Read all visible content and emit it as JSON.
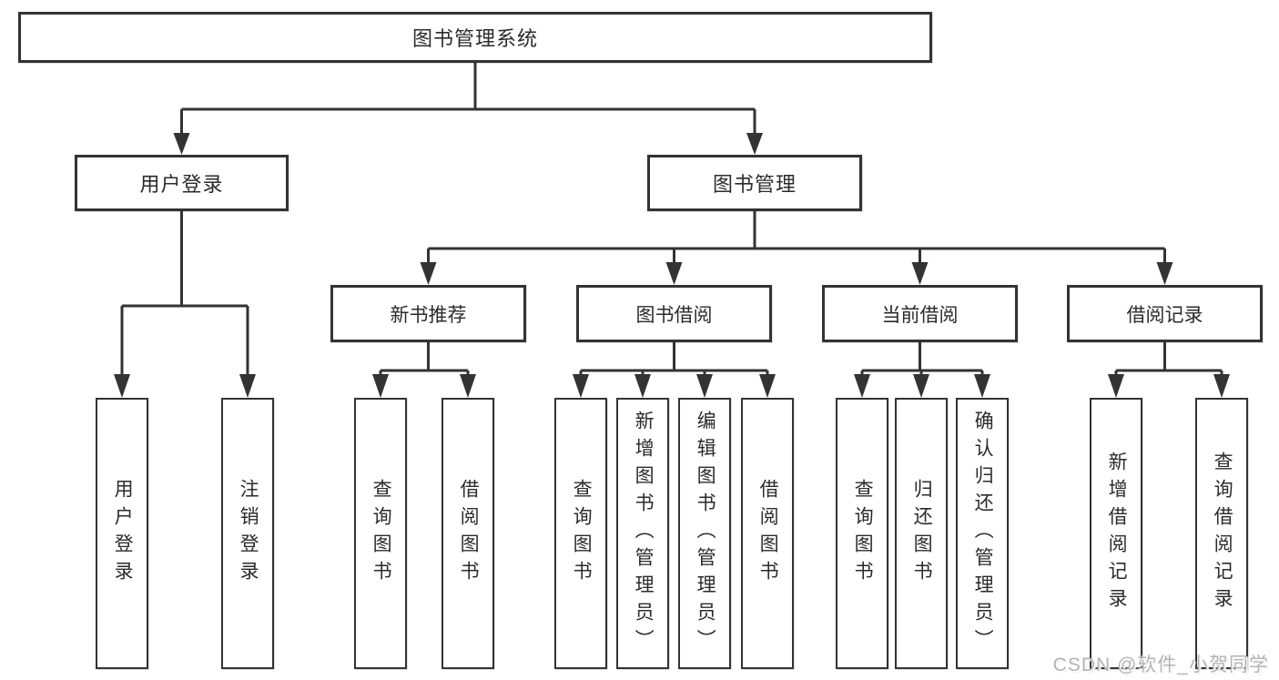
{
  "colors": {
    "line": "#333333",
    "box_border": "#333333",
    "text": "#2b2b2b",
    "background": "#ffffff",
    "watermark_text": "#b4b4b4"
  },
  "diagram": {
    "root": {
      "label": "图书管理系统"
    },
    "level2": [
      {
        "label": "用户登录",
        "parent": "图书管理系统"
      },
      {
        "label": "图书管理",
        "parent": "图书管理系统"
      }
    ],
    "level3": [
      {
        "label": "新书推荐",
        "parent": "图书管理"
      },
      {
        "label": "图书借阅",
        "parent": "图书管理"
      },
      {
        "label": "当前借阅",
        "parent": "图书管理"
      },
      {
        "label": "借阅记录",
        "parent": "图书管理"
      }
    ],
    "leaves": [
      {
        "label": "用户登录",
        "parent": "用户登录"
      },
      {
        "label": "注销登录",
        "parent": "用户登录"
      },
      {
        "label": "查询图书",
        "parent": "新书推荐"
      },
      {
        "label": "借阅图书",
        "parent": "新书推荐"
      },
      {
        "label": "查询图书",
        "parent": "图书借阅"
      },
      {
        "label": "新增图书（管理员）",
        "parent": "图书借阅"
      },
      {
        "label": "编辑图书（管理员）",
        "parent": "图书借阅"
      },
      {
        "label": "借阅图书",
        "parent": "图书借阅"
      },
      {
        "label": "查询图书",
        "parent": "当前借阅"
      },
      {
        "label": "归还图书",
        "parent": "当前借阅"
      },
      {
        "label": "确认归还（管理员）",
        "parent": "当前借阅"
      },
      {
        "label": "新增借阅记录",
        "parent": "借阅记录"
      },
      {
        "label": "查询借阅记录",
        "parent": "借阅记录"
      }
    ]
  },
  "watermark": {
    "text": "CSDN @软件_小贺同学"
  }
}
